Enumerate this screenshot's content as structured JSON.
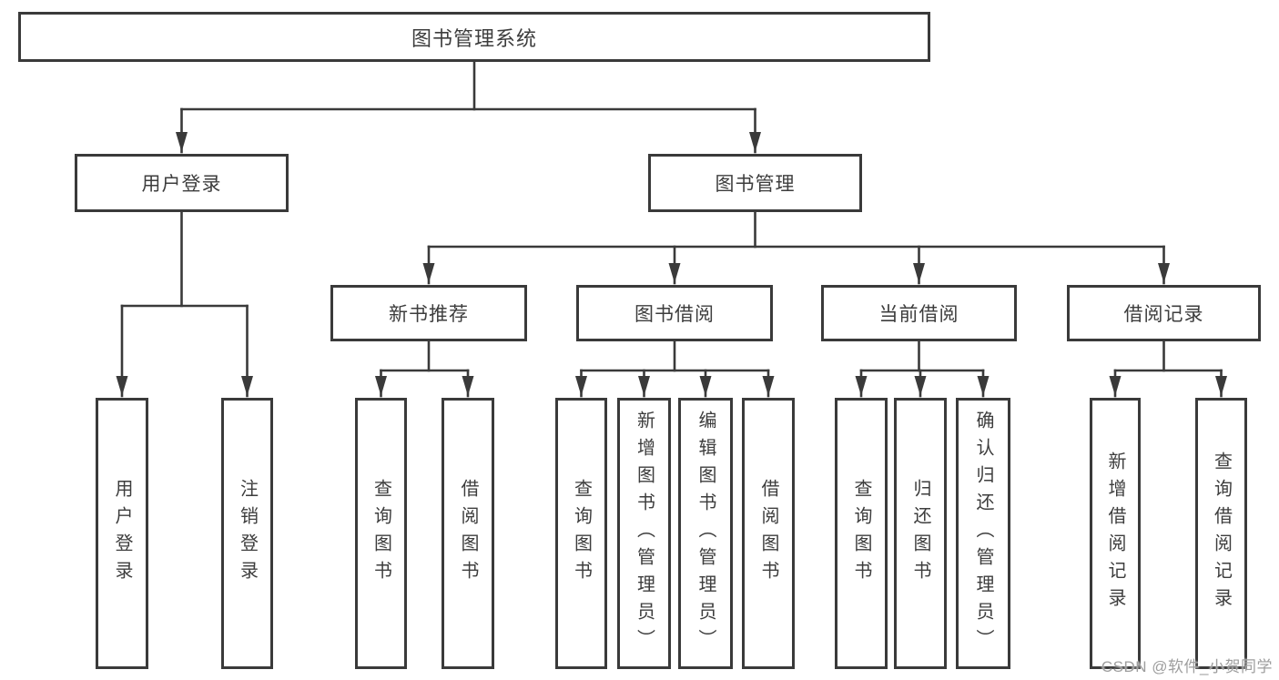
{
  "diagram": {
    "root": {
      "label": "图书管理系统"
    },
    "branches": [
      {
        "label": "用户登录",
        "children": [
          {
            "label": "用户登录"
          },
          {
            "label": "注销登录"
          }
        ]
      },
      {
        "label": "图书管理",
        "sections": [
          {
            "label": "新书推荐",
            "children": [
              {
                "label": "查询图书"
              },
              {
                "label": "借阅图书"
              }
            ]
          },
          {
            "label": "图书借阅",
            "children": [
              {
                "label": "查询图书"
              },
              {
                "label": "新增图书（管理员）"
              },
              {
                "label": "编辑图书（管理员）"
              },
              {
                "label": "借阅图书"
              }
            ]
          },
          {
            "label": "当前借阅",
            "children": [
              {
                "label": "查询图书"
              },
              {
                "label": "归还图书"
              },
              {
                "label": "确认归还（管理员）"
              }
            ]
          },
          {
            "label": "借阅记录",
            "children": [
              {
                "label": "新增借阅记录"
              },
              {
                "label": "查询借阅记录"
              }
            ]
          }
        ]
      }
    ]
  },
  "watermark": {
    "text": "CSDN @软件_小贺同学"
  },
  "colors": {
    "line": "#3a3a3a",
    "box_border": "#3a3a3a",
    "text": "#3d3d3d",
    "watermark_text": "#9e9e9e",
    "background": "#ffffff"
  }
}
